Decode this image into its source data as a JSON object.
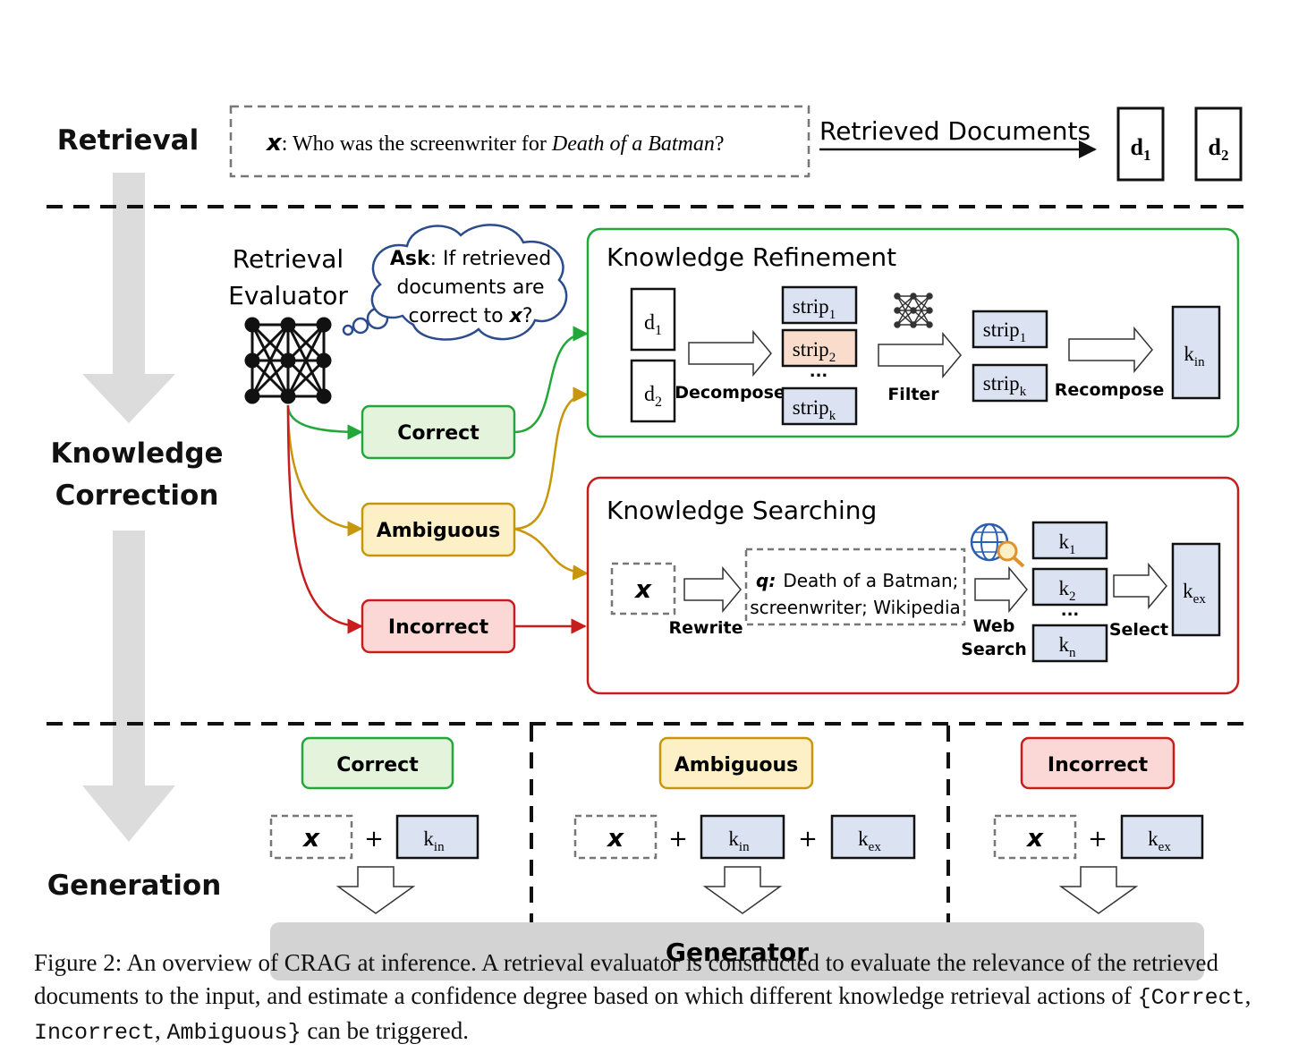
{
  "stages": {
    "retrieval": "Retrieval",
    "correction_line1": "Knowledge",
    "correction_line2": "Correction",
    "generation": "Generation"
  },
  "query": {
    "var": "x",
    "prefix": ": Who was the screenwriter for ",
    "title": "Death of a Batman",
    "suffix": "?"
  },
  "retrieved_documents_label": "Retrieved Documents",
  "docs": {
    "d_base": "d",
    "sub1": "1",
    "sub2": "2"
  },
  "evaluator": {
    "line1": "Retrieval",
    "line2": "Evaluator",
    "ask_bold": "Ask",
    "ask_rest": ": If retrieved",
    "ask_line2": "documents are",
    "ask_line3_prefix": "correct to ",
    "ask_line3_var": "x",
    "ask_line3_suffix": "?"
  },
  "actions": {
    "correct": "Correct",
    "ambiguous": "Ambiguous",
    "incorrect": "Incorrect"
  },
  "refinement": {
    "title": "Knowledge Refinement",
    "strip": "strip",
    "sub1": "1",
    "sub2": "2",
    "subk": "k",
    "dots": "...",
    "decompose": "Decompose",
    "filter": "Filter",
    "recompose": "Recompose",
    "k": "k",
    "k_in_sub": "in"
  },
  "searching": {
    "title": "Knowledge Searching",
    "x": "x",
    "rewrite": "Rewrite",
    "q_label": "q:",
    "q_line1": "Death of a Batman;",
    "q_line2": "screenwriter; Wikipedia",
    "web": "Web",
    "search": "Search",
    "k": "k",
    "sub1": "1",
    "sub2": "2",
    "subn": "n",
    "dots": "...",
    "select": "Select",
    "k_ex_sub": "ex"
  },
  "generation": {
    "correct": "Correct",
    "ambiguous": "Ambiguous",
    "incorrect": "Incorrect",
    "x": "x",
    "plus": "+",
    "k": "k",
    "in": "in",
    "ex": "ex",
    "generator": "Generator"
  },
  "caption": {
    "text": "Figure 2: An overview of CRAG at inference. A retrieval evaluator is constructed to evaluate the relevance of the retrieved documents to the input, and estimate a confidence degree based on which different knowledge retrieval actions of ",
    "brace_open": "{",
    "a1": "Correct",
    "sep1": ", ",
    "a2": "Incorrect",
    "sep2": ", ",
    "a3": "Ambiguous",
    "brace_close": "}",
    "tail": " can be triggered."
  },
  "colors": {
    "green_border": "#22a83a",
    "green_fill": "#e3f3dc",
    "yellow_border": "#c8960a",
    "yellow_fill": "#fdf0c6",
    "red_border": "#c81d1d",
    "red_fill": "#fbd8d6",
    "blue_fill": "#dbe3f3",
    "peach_fill": "#f9dccb",
    "gray_arrow": "#dcdcdc",
    "generator_fill": "#d3d3d3"
  }
}
